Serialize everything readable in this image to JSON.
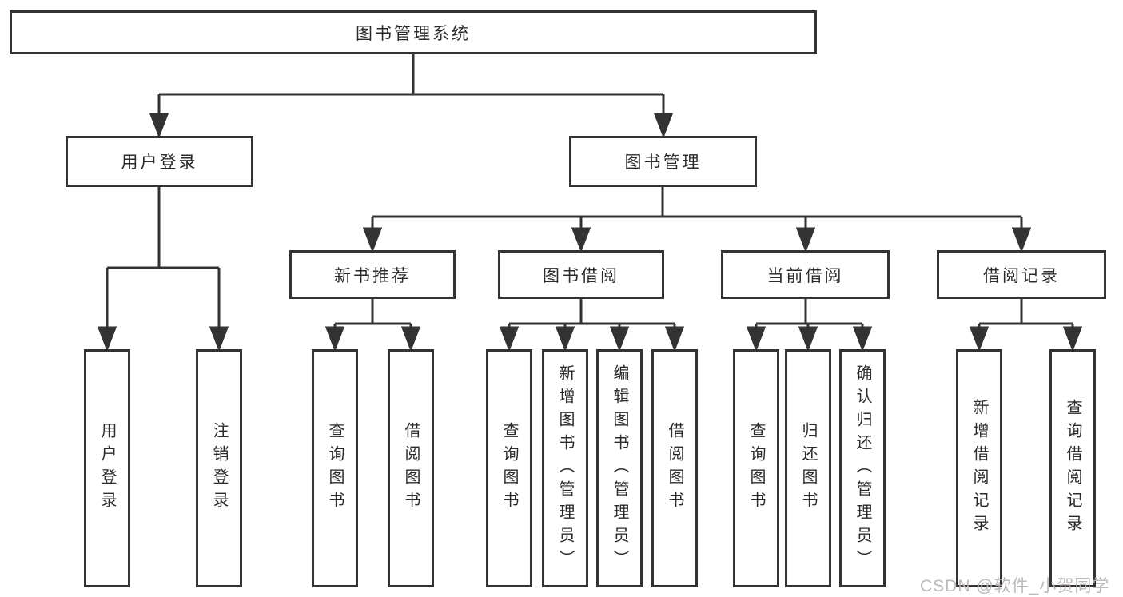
{
  "diagram": {
    "nodes": {
      "root": "图书管理系统",
      "user_login": "用户登录",
      "book_mgmt": "图书管理",
      "new_book_rec": "新书推荐",
      "book_borrow": "图书借阅",
      "current_borrow": "当前借阅",
      "borrow_records": "借阅记录",
      "leaf_user_login": "用户登录",
      "leaf_logout": "注销登录",
      "rec_query_book": "查询图书",
      "rec_borrow_book": "借阅图书",
      "bb_query_book": "查询图书",
      "bb_add_book": "新增图书（管理员）",
      "bb_edit_book": "编辑图书（管理员）",
      "bb_borrow_book": "借阅图书",
      "cb_query_book": "查询图书",
      "cb_return_book": "归还图书",
      "cb_confirm_return": "确认归还（管理员）",
      "br_add_record": "新增借阅记录",
      "br_query_record": "查询借阅记录"
    },
    "watermark": "CSDN @软件_小贺同学",
    "colors": {
      "line": "#333333",
      "box_border": "#333333",
      "box_fill": "#ffffff",
      "text": "#2b2b2b",
      "watermark": "#b8b2b2",
      "background": "#ffffff"
    }
  }
}
